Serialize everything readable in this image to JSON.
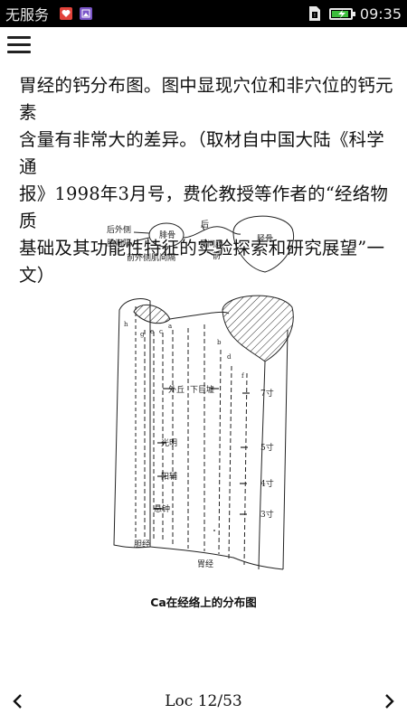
{
  "status_bar": {
    "carrier": "无服务",
    "time": "09:35",
    "battery_percent": 90,
    "battery_color": "#3cbd3c"
  },
  "app_bar": {
    "menu_icon": "hamburger-menu-icon"
  },
  "content": {
    "paragraph_lines": [
      "胃经的钙分布图。图中显现穴位和非穴位的钙元素",
      "含量有非常大的差异。（取材自中国大陆《科学通",
      "报》1998年3月号，费伦教授等作者的“经络物质",
      "基础及其功能性特征的实验探索和研究展望”一",
      "文）"
    ]
  },
  "figure": {
    "top_labels": {
      "left_top": "后外侧",
      "left_mid": "肌间隔",
      "fibula": "腓骨",
      "rear": "后",
      "septum": "骨间膜",
      "front": "前",
      "tibia": "胫骨",
      "bottom": "前外侧肌间隔"
    },
    "line_letters": [
      "h",
      "g",
      "e",
      "c",
      "a",
      "b",
      "d",
      "f"
    ],
    "points": [
      "外丘",
      "下巨墟",
      "光明",
      "阳辅",
      "悬钟"
    ],
    "scale_marks": [
      "7寸",
      "5寸",
      "4寸",
      "3寸"
    ],
    "meridians": [
      "胆经",
      "胃经"
    ]
  },
  "caption": "Ca在经络上的分布图",
  "footer": {
    "location": "Loc 12/53",
    "prev_icon": "chevron-left-icon",
    "next_icon": "chevron-right-icon"
  }
}
